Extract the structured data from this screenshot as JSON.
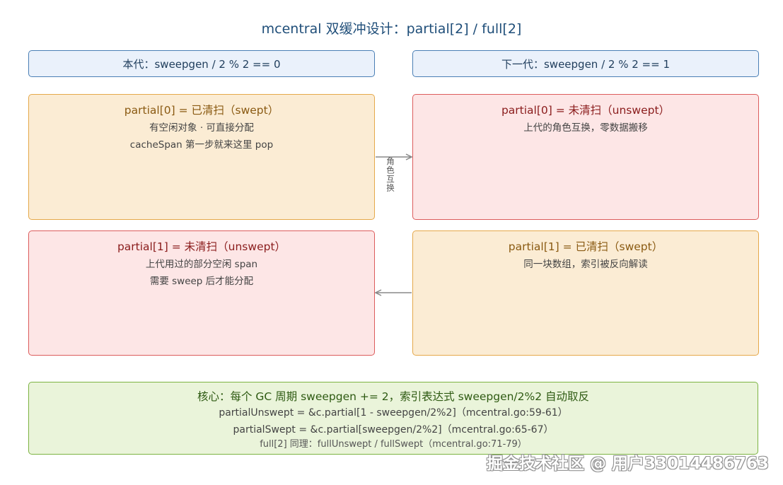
{
  "title": "mcentral 双缓冲设计：partial[2] / full[2]",
  "headers": {
    "left": "本代：sweepgen / 2 % 2 == 0",
    "right": "下一代：sweepgen / 2 % 2 == 1"
  },
  "boxes": {
    "left_top": {
      "title": "partial[0] = 已清扫（swept）",
      "lines": [
        "有空闲对象 · 可直接分配",
        "cacheSpan 第一步就来这里 pop"
      ]
    },
    "left_bottom": {
      "title": "partial[1] = 未清扫（unswept）",
      "lines": [
        "上代用过的部分空闲 span",
        "需要 sweep 后才能分配"
      ]
    },
    "right_top": {
      "title": "partial[0] = 未清扫（unswept）",
      "lines": [
        "上代的角色互换，零数据搬移"
      ]
    },
    "right_bottom": {
      "title": "partial[1] = 已清扫（swept）",
      "lines": [
        "同一块数组，索引被反向解读"
      ]
    }
  },
  "arrow_label": "角色互换",
  "core": {
    "title": "核心：每个 GC 周期 sweepgen += 2，索引表达式 sweepgen/2%2 自动取反",
    "lines": [
      "partialUnswept = &c.partial[1 - sweepgen/2%2]（mcentral.go:59-61）",
      "partialSwept = &c.partial[sweepgen/2%2]（mcentral.go:65-67）",
      "full[2] 同理：fullUnswept / fullSwept（mcentral.go:71-79）"
    ]
  },
  "watermark": "掘金技术社区 @ 用户33014486763",
  "colors": {
    "header_fill": "#eaf1fb",
    "header_border": "#4a7fb5",
    "swept_fill": "#fbecd4",
    "swept_border": "#e5a84a",
    "unswept_fill": "#fde6e6",
    "unswept_border": "#dc5c5c",
    "core_fill": "#eaf4da",
    "core_border": "#7cb342",
    "arrow": "#888888"
  }
}
